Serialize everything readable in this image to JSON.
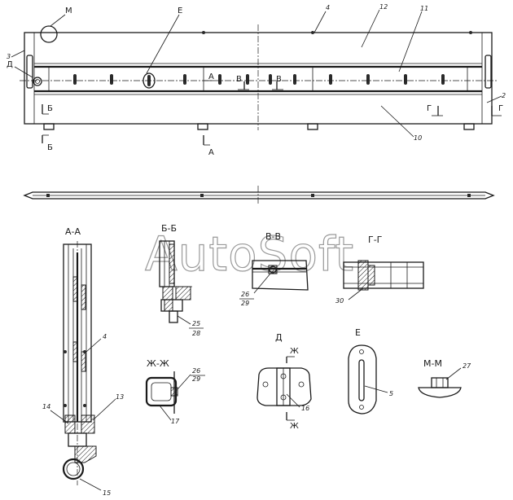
{
  "watermark": "AutoSoft",
  "callouts": {
    "n2": "2",
    "n3": "3",
    "n4": "4",
    "n5": "5",
    "n10": "10",
    "n11": "11",
    "n12": "12",
    "n13": "13",
    "n14": "14",
    "n15": "15",
    "n16": "16",
    "n17": "17",
    "n25": "25",
    "n26": "26",
    "n27": "27",
    "n28": "28",
    "n29": "29",
    "n30": "30"
  },
  "markers": {
    "M": "М",
    "E": "Е",
    "D": "Д",
    "A": "А",
    "B": "Б",
    "V": "В",
    "G": "Г",
    "ZH": "Ж"
  },
  "section_titles": {
    "aa": "А-А",
    "bb": "Б-Б",
    "vv": "В-В",
    "gg": "Г-Г",
    "zhzh": "Ж-Ж",
    "d": "Д",
    "e": "Е",
    "mm": "М-М"
  },
  "colors": {
    "line": "#1a1a1a",
    "background": "#ffffff",
    "watermark": "#9a9a9a"
  }
}
